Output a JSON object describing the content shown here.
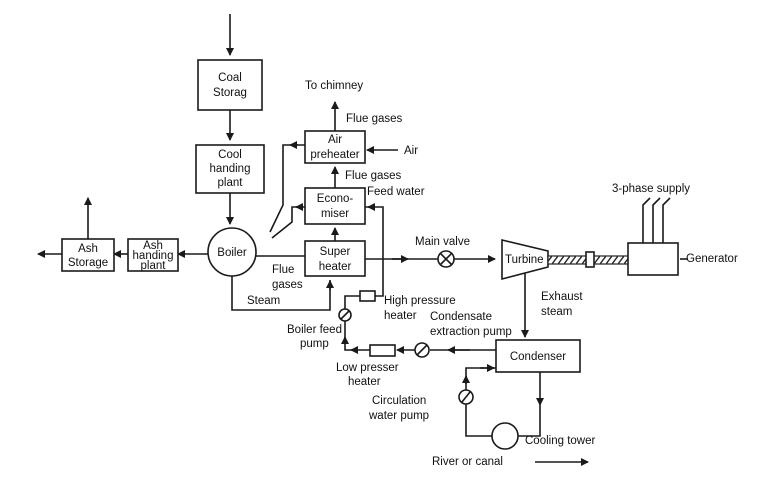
{
  "labels": {
    "coal_storage": [
      "Coal",
      "Storag"
    ],
    "coal_handling": [
      "Cool",
      "handing",
      "plant"
    ],
    "boiler": "Boiler",
    "ash_handling": [
      "Ash",
      "handing",
      "plant"
    ],
    "ash_storage": [
      "Ash",
      "Storage"
    ],
    "air_preheater": [
      "Air",
      "preheater"
    ],
    "economiser": [
      "Econo-",
      "miser"
    ],
    "super_heater": [
      "Super",
      "heater"
    ],
    "to_chimney": "To chimney",
    "flue_gases_top": "Flue gases",
    "air": "Air",
    "flue_gases_mid": "Flue gases",
    "feed_water": "Feed water",
    "flue_gases_low": [
      "Flue",
      "gases"
    ],
    "steam": "Steam",
    "main_valve": "Main valve",
    "turbine": "Turbine",
    "three_phase": "3-phase supply",
    "generator": "Generator",
    "exhaust_steam": [
      "Exhaust",
      "steam"
    ],
    "high_pressure_heater": [
      "High pressure",
      "heater"
    ],
    "boiler_feed_pump": [
      "Boiler feed",
      "pump"
    ],
    "condensate_pump": [
      "Condensate",
      "extraction pump"
    ],
    "condenser": "Condenser",
    "low_pressure_heater": [
      "Low presser",
      "heater"
    ],
    "circulation_pump": [
      "Circulation",
      "water pump"
    ],
    "cooling_tower": "Cooling tower",
    "river": "River or canal"
  }
}
